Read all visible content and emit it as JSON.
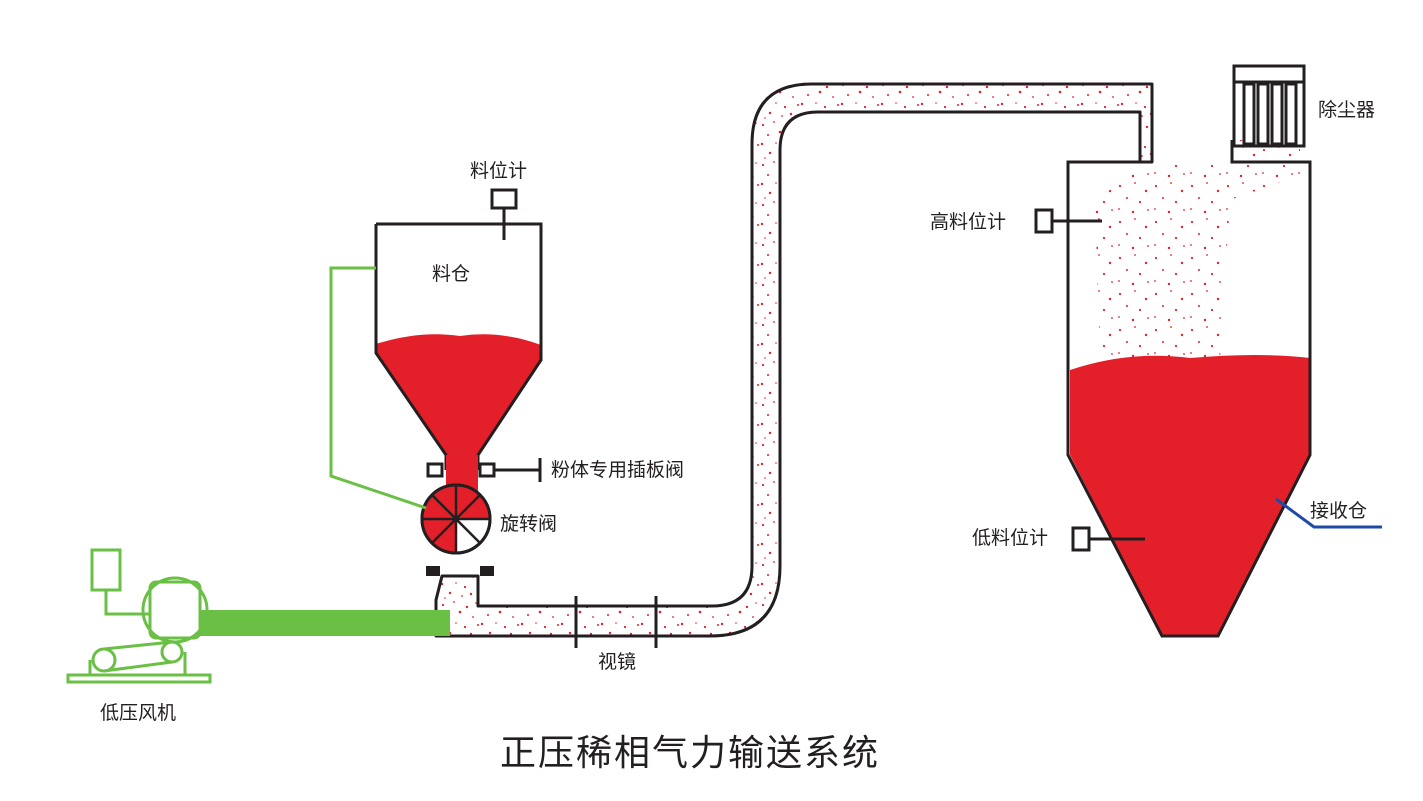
{
  "title": "正压稀相气力输送系统",
  "labels": {
    "level_gauge": "料位计",
    "hopper": "料仓",
    "slide_gate": "粉体专用插板阀",
    "rotary_valve": "旋转阀",
    "sight_glass": "视镜",
    "blower": "低压风机",
    "dust_collector": "除尘器",
    "high_level": "高料位计",
    "low_level": "低料位计",
    "receiver": "接收仓"
  },
  "colors": {
    "material": "#e3202a",
    "air_line": "#6abf45",
    "outline": "#231f20",
    "receiver_pointer": "#1f4aa8",
    "background": "#ffffff"
  }
}
